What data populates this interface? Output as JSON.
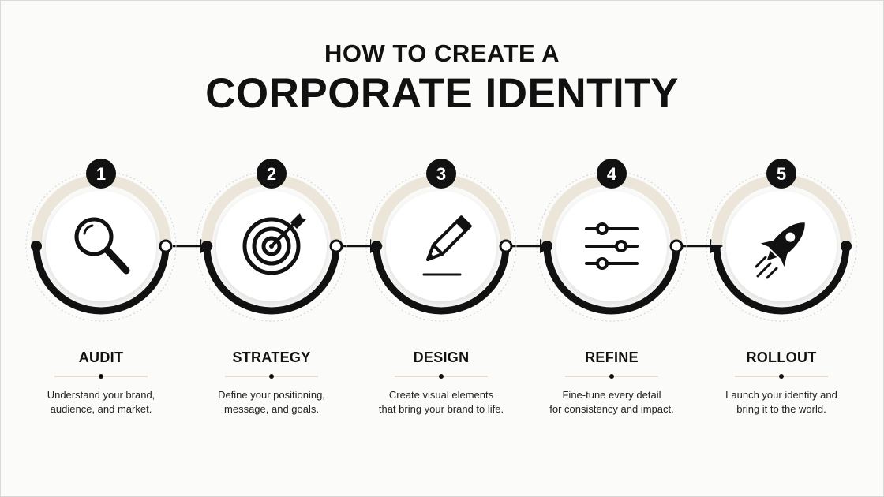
{
  "title": {
    "line1": "HOW TO CREATE A",
    "line2": "CORPORATE IDENTITY"
  },
  "colors": {
    "accent_beige": "#ece5da",
    "dark": "#111111",
    "divider": "#e6ddcf"
  },
  "steps": [
    {
      "number": "1",
      "title": "AUDIT",
      "icon": "magnifier-icon",
      "desc_line1": "Understand your brand,",
      "desc_line2": "audience, and market."
    },
    {
      "number": "2",
      "title": "STRATEGY",
      "icon": "target-icon",
      "desc_line1": "Define your positioning,",
      "desc_line2": "message, and goals."
    },
    {
      "number": "3",
      "title": "DESIGN",
      "icon": "pencil-icon",
      "desc_line1": "Create visual elements",
      "desc_line2": "that bring your brand to life."
    },
    {
      "number": "4",
      "title": "REFINE",
      "icon": "sliders-icon",
      "desc_line1": "Fine-tune every detail",
      "desc_line2": "for consistency and impact."
    },
    {
      "number": "5",
      "title": "ROLLOUT",
      "icon": "rocket-icon",
      "desc_line1": "Launch your identity and",
      "desc_line2": "bring it to the world."
    }
  ]
}
